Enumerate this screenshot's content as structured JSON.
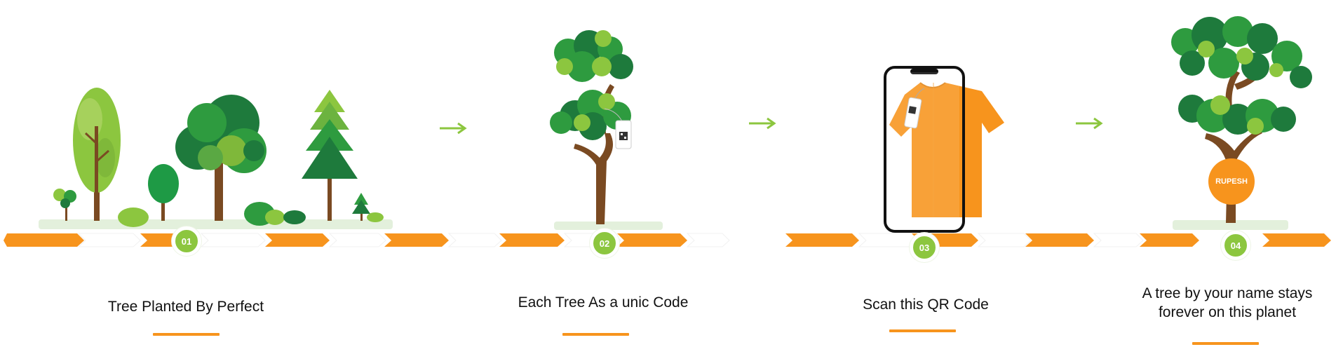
{
  "colors": {
    "accent_orange": "#f7941d",
    "accent_green": "#8cc63f",
    "tree_dark": "#1e7a3c",
    "tree_mid": "#2e9b3f",
    "tree_light": "#8cc63f",
    "trunk": "#7a4a22"
  },
  "steps": [
    {
      "number": "01",
      "caption": "Tree Planted By Perfect"
    },
    {
      "number": "02",
      "caption": "Each Tree As a unic Code"
    },
    {
      "number": "03",
      "caption": "Scan this QR Code"
    },
    {
      "number": "04",
      "caption": "A tree by your name stays\nforever  on this planet"
    }
  ],
  "tag_name": "RUPESH",
  "icons": {
    "arrow": "arrow-right-icon",
    "qr": "qr-code-icon",
    "phone": "smartphone-icon",
    "shirt": "tshirt-icon"
  }
}
